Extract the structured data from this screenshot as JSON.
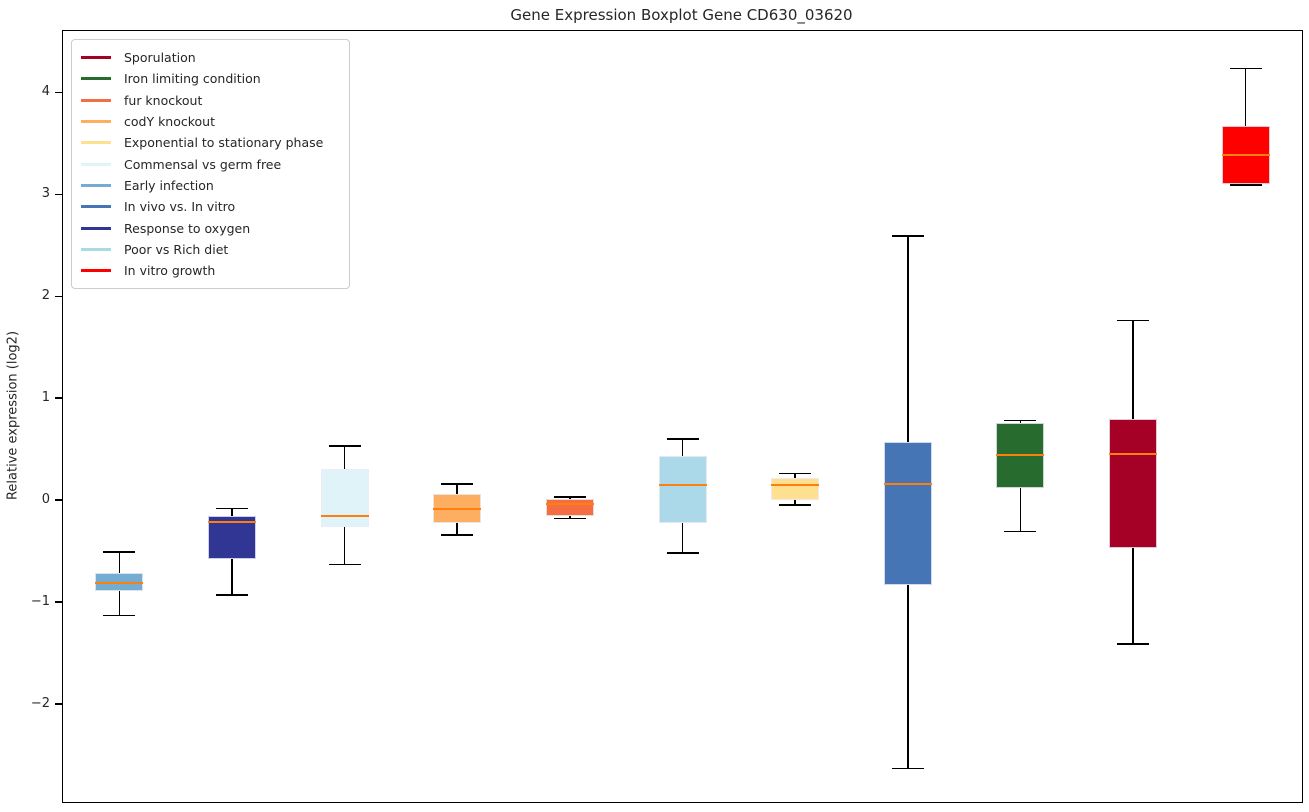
{
  "chart_data": {
    "type": "boxplot",
    "title": "Gene Expression Boxplot Gene CD630_03620",
    "ylabel": "Relative expression (log2)",
    "ylim": [
      -2.96,
      4.6
    ],
    "grid": false,
    "legend_position": "upper-left",
    "axis_color": "#000000",
    "median_color": "#ff7f0e",
    "whisker_color": "#000000",
    "yticks": [
      {
        "v": -2,
        "label": "−2"
      },
      {
        "v": -1,
        "label": "−1"
      },
      {
        "v": 0,
        "label": "0"
      },
      {
        "v": 1,
        "label": "1"
      },
      {
        "v": 2,
        "label": "2"
      },
      {
        "v": 3,
        "label": "3"
      },
      {
        "v": 4,
        "label": "4"
      }
    ],
    "legend": [
      {
        "label": "Sporulation",
        "color": "#a50026"
      },
      {
        "label": "Iron limiting condition",
        "color": "#276b2f"
      },
      {
        "label": "fur knockout",
        "color": "#f46d43"
      },
      {
        "label": "codY knockout",
        "color": "#fdae61"
      },
      {
        "label": "Exponential to stationary phase",
        "color": "#fee090"
      },
      {
        "label": "Commensal vs germ free",
        "color": "#e0f3f8"
      },
      {
        "label": "Early infection",
        "color": "#74add1"
      },
      {
        "label": "In vivo vs. In vitro",
        "color": "#4575b4"
      },
      {
        "label": "Response to oxygen",
        "color": "#313695"
      },
      {
        "label": "Poor vs Rich diet",
        "color": "#abd9e9"
      },
      {
        "label": "In vitro growth",
        "color": "#ff0000"
      }
    ],
    "series": [
      {
        "name": "Early infection",
        "color": "#74add1",
        "whisker_low": -1.13,
        "q1": -0.89,
        "median": -0.81,
        "q3": -0.71,
        "whisker_high": -0.51
      },
      {
        "name": "Response to oxygen",
        "color": "#313695",
        "whisker_low": -0.93,
        "q1": -0.58,
        "median": -0.21,
        "q3": -0.16,
        "whisker_high": -0.08
      },
      {
        "name": "Commensal vs germ free",
        "color": "#e0f3f8",
        "whisker_low": -0.63,
        "q1": -0.26,
        "median": -0.16,
        "q3": 0.31,
        "whisker_high": 0.53
      },
      {
        "name": "codY knockout",
        "color": "#fdae61",
        "whisker_low": -0.34,
        "q1": -0.22,
        "median": -0.09,
        "q3": 0.06,
        "whisker_high": 0.16
      },
      {
        "name": "fur knockout",
        "color": "#f46d43",
        "whisker_low": -0.18,
        "q1": -0.16,
        "median": -0.04,
        "q3": 0.01,
        "whisker_high": 0.03
      },
      {
        "name": "Poor vs Rich diet",
        "color": "#abd9e9",
        "whisker_low": -0.52,
        "q1": -0.22,
        "median": 0.15,
        "q3": 0.43,
        "whisker_high": 0.6
      },
      {
        "name": "Exponential to stationary phase",
        "color": "#fee090",
        "whisker_low": -0.05,
        "q1": 0.0,
        "median": 0.15,
        "q3": 0.22,
        "whisker_high": 0.26
      },
      {
        "name": "In vivo vs. In vitro",
        "color": "#4575b4",
        "whisker_low": -2.63,
        "q1": -0.83,
        "median": 0.16,
        "q3": 0.57,
        "whisker_high": 2.59
      },
      {
        "name": "Iron limiting condition",
        "color": "#276b2f",
        "whisker_low": -0.31,
        "q1": 0.12,
        "median": 0.44,
        "q3": 0.76,
        "whisker_high": 0.78
      },
      {
        "name": "Sporulation",
        "color": "#a50026",
        "whisker_low": -1.41,
        "q1": -0.47,
        "median": 0.45,
        "q3": 0.8,
        "whisker_high": 1.76
      },
      {
        "name": "In vitro growth",
        "color": "#ff0000",
        "whisker_low": 3.09,
        "q1": 3.1,
        "median": 3.38,
        "q3": 3.67,
        "whisker_high": 4.23
      }
    ]
  }
}
